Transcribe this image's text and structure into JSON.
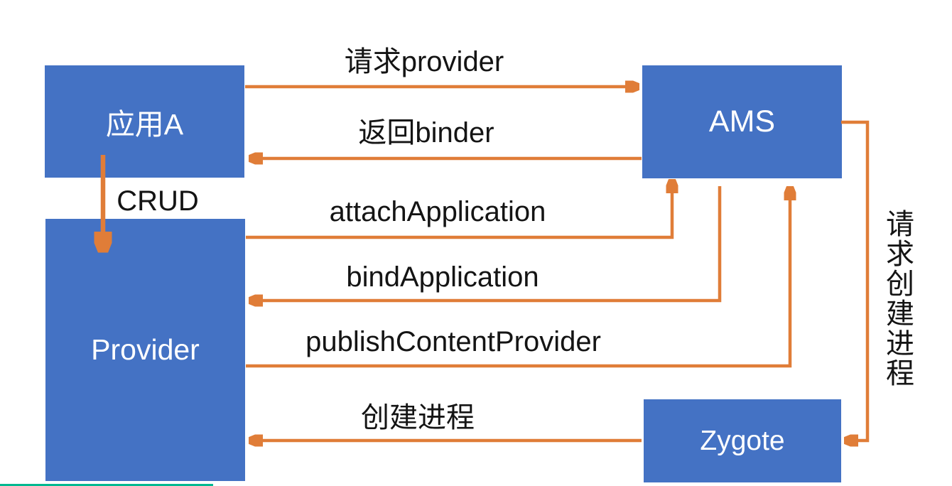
{
  "diagram": {
    "nodes": {
      "app_a": {
        "label": "应用A"
      },
      "ams": {
        "label": "AMS"
      },
      "provider": {
        "label": "Provider"
      },
      "zygote": {
        "label": "Zygote"
      }
    },
    "edges": {
      "request_provider": {
        "label": "请求provider",
        "from": "app_a",
        "to": "ams"
      },
      "return_binder": {
        "label": "返回binder",
        "from": "ams",
        "to": "app_a"
      },
      "crud": {
        "label": "CRUD",
        "from": "app_a",
        "to": "provider"
      },
      "attach_application": {
        "label": "attachApplication",
        "from": "provider",
        "to": "ams"
      },
      "bind_application": {
        "label": "bindApplication",
        "from": "ams",
        "to": "provider"
      },
      "publish_content_provider": {
        "label": "publishContentProvider",
        "from": "provider",
        "to": "ams"
      },
      "create_process": {
        "label": "创建进程",
        "from": "zygote",
        "to": "provider"
      },
      "request_create_process": {
        "label": "请求创建进程",
        "from": "ams",
        "to": "zygote"
      }
    },
    "colors": {
      "node_fill": "#4472c4",
      "node_text": "#ffffff",
      "arrow": "#e07d38",
      "label_text": "#141414",
      "accent_line": "#00b890"
    }
  }
}
